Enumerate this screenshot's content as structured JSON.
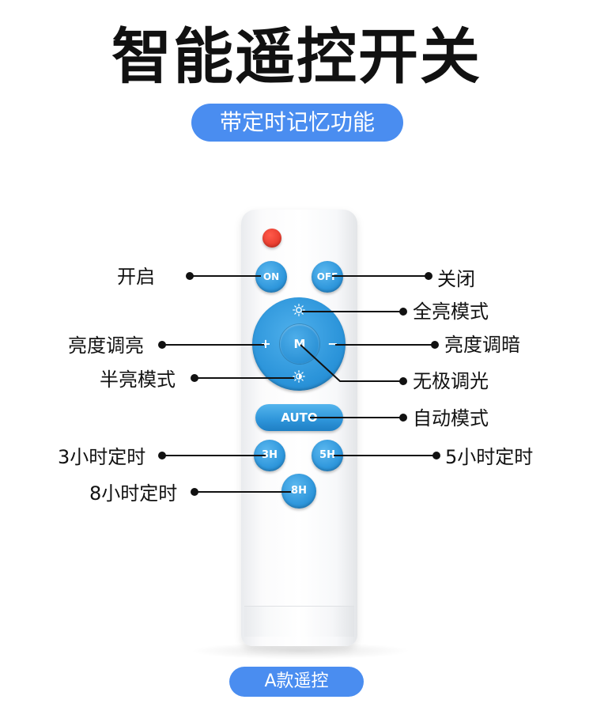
{
  "title": "智能遥控开关",
  "subtitle": "带定时记忆功能",
  "footer": "A款遥控",
  "buttons": {
    "on": "ON",
    "off": "OFF",
    "mode": "M",
    "plus": "+",
    "minus": "−",
    "auto": "AUTO",
    "h3": "3H",
    "h5": "5H",
    "h8": "8H"
  },
  "labels": {
    "power_on": "开启",
    "power_off": "关闭",
    "full_bright": "全亮模式",
    "brightness_up": "亮度调亮",
    "brightness_down": "亮度调暗",
    "half_bright": "半亮模式",
    "stepless": "无极调光",
    "auto_mode": "自动模式",
    "timer_3h": "3小时定时",
    "timer_5h": "5小时定时",
    "timer_8h": "8小时定时"
  },
  "colors": {
    "accent": "#4a8df0",
    "button_blue": "#2f97dc",
    "power_red": "#e63a2c"
  }
}
